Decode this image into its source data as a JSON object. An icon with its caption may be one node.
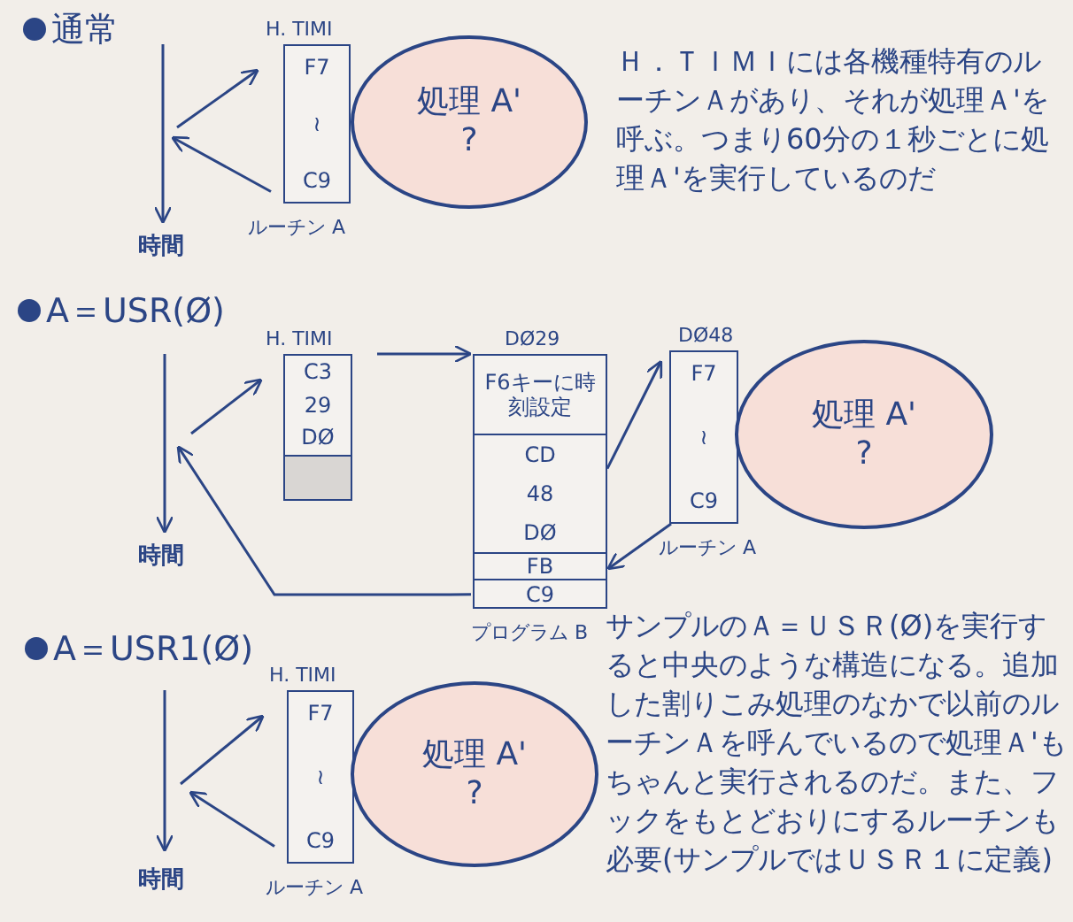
{
  "diagram": {
    "nodes": [
      {
        "text": [
          "H. TIMI",
          "F7",
          "≀",
          "C9"
        ],
        "beside": [
          "ルーチン A"
        ]
      },
      {
        "text": [
          "処理 A'",
          "?"
        ]
      },
      {
        "text": [
          "H. TIMI",
          "C3",
          "29",
          "DØ"
        ]
      },
      {
        "text": [
          "DØ29",
          "F6キーに時刻設定",
          "CD",
          "48",
          "DØ",
          "FB",
          "C9"
        ],
        "beside": [
          "プログラム B"
        ]
      },
      {
        "text": [
          "DØ48",
          "F7",
          "≀",
          "C9"
        ],
        "beside": [
          "ルーチン A"
        ]
      },
      {
        "text": [
          "処理 A'",
          "?"
        ]
      },
      {
        "text": [
          "H. TIMI",
          "F7",
          "≀",
          "C9"
        ],
        "beside": [
          "ルーチン A"
        ]
      },
      {
        "text": [
          "処理 A'",
          "?"
        ]
      }
    ],
    "edges": [
      {
        "from": null,
        "to": 0,
        "arrow": "to"
      },
      {
        "from": 0,
        "to": null,
        "arrow": "to"
      },
      {
        "from": null,
        "to": 2,
        "arrow": "to"
      },
      {
        "from": 2,
        "to": 3,
        "arrow": "to"
      },
      {
        "from": 3,
        "to": 4,
        "arrow": "to"
      },
      {
        "from": 4,
        "to": 3,
        "arrow": "to"
      },
      {
        "from": 3,
        "to": null,
        "arrow": "to"
      },
      {
        "from": null,
        "to": 6,
        "arrow": "to"
      },
      {
        "from": 6,
        "to": null,
        "arrow": "to"
      }
    ],
    "labels": [
      "通常",
      "Ｈ．ＴＩＭＩには各機種特有のルーチンＡがあり、それが処理Ａ'を呼ぶ。つまり60分の１秒ごとに処理Ａ'を実行しているのだ",
      "時間",
      "A＝USR(Ø)",
      "時間",
      "サンプルのＡ＝ＵＳＲ(Ø)を実行すると中央のような構造になる。追加した割りこみ処理のなかで以前のルーチンＡを呼んでいるので処理Ａ'もちゃんと実行されるのだ。また、フックをもとどおりにするルーチンも必要(サンプルではＵＳＲ１に定義)",
      "A＝USR1(Ø)",
      "時間"
    ]
  }
}
